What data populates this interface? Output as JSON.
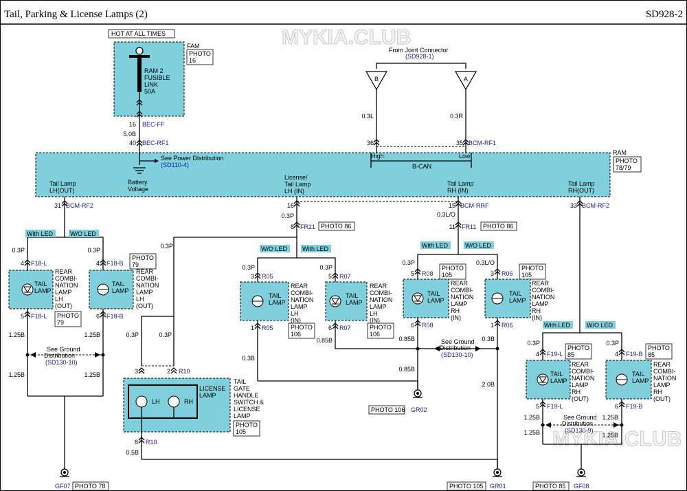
{
  "header": {
    "title": "Tail, Parking & License Lamps (2)",
    "code": "SD928-2"
  },
  "watermark": "MYKIA.CLUB",
  "top": {
    "hot": "HOT AT ALL TIMES",
    "fam": "FAM",
    "fam_photo": [
      "PHOTO",
      "16"
    ],
    "fuse": [
      "RAM 2",
      "FUSIBLE",
      "LINK",
      "50A"
    ],
    "bec_ff": "BEC-FF",
    "bec_ff_pin": "16",
    "wire_5b": "5.0B",
    "bec_rf1": "BEC-RF1",
    "bec_rf1_pin": "40",
    "from_joint": "From Joint Connector",
    "from_joint_ref": "(SD928-1)",
    "conn_b": "B",
    "conn_a": "A",
    "wire_b": "0.3L",
    "wire_a": "0.3R",
    "pin36": "36",
    "pin35": "35",
    "bcm_rf1": "BCM-RF1"
  },
  "ram": {
    "name": "RAM",
    "photo": [
      "PHOTO",
      "78/79"
    ],
    "power_dist": "See Power Distribution",
    "power_ref": "(SD110-4)",
    "batt": [
      "Battery",
      "Voltage"
    ],
    "high": "High",
    "low": "Low",
    "bcan": "B-CAN",
    "out1": [
      "Tail Lamp",
      "LH(OUT)"
    ],
    "out2": [
      "License/",
      "Tail Lamp",
      "LH (IN)"
    ],
    "out3": [
      "Tail Lamp",
      "RH (IN)"
    ],
    "out4": [
      "Tail Lamp",
      "RH(OUT)"
    ]
  },
  "pins": {
    "p31": "31",
    "bcm_rf2a": "BCM-RF2",
    "p16": "16",
    "p15": "15",
    "bcm_rrf": "BCM-RRF",
    "p33": "33",
    "bcm_rf2b": "BCM-RF2",
    "fr21_pin": "8",
    "fr21": "FR21",
    "fr21_photo": "PHOTO 86",
    "fr11_pin": "11",
    "fr11": "FR11",
    "fr11_photo": "PHOTO 86",
    "fr_wire_l": "0.3P",
    "fr_wire_r": "0.3L/O"
  },
  "options": {
    "with_led": "With LED",
    "wo_led": "W/O LED"
  },
  "lamps": {
    "tail": [
      "TAIL",
      "LAMP"
    ],
    "lh_out": [
      "REAR",
      "COMBI-",
      "NATION",
      "LAMP",
      "LH",
      "(OUT)"
    ],
    "lh_in": [
      "REAR",
      "COMBI-",
      "NATION",
      "LAMP",
      "LH",
      "(IN)"
    ],
    "rh_in": [
      "REAR",
      "COMBI-",
      "NATION",
      "LAMP",
      "RH",
      "(IN)"
    ],
    "rh_out": [
      "REAR",
      "COMBI-",
      "NATION",
      "LAMP",
      "RH",
      "(OUT)"
    ],
    "photo79": [
      "PHOTO",
      "79"
    ],
    "photo105": [
      "PHOTO",
      "105"
    ],
    "photo106": [
      "PHOTO",
      "106"
    ],
    "photo85": [
      "PHOTO",
      "85"
    ]
  },
  "connectors": {
    "f18l": "F18-L",
    "f18b": "F18-B",
    "r05": "R05",
    "r07": "R07",
    "r08": "R08",
    "r06": "R06",
    "f19l": "F19-L",
    "f19b": "F19-B",
    "r10": "R10"
  },
  "wires": {
    "w03p": "0.3P",
    "w03l_o": "0.3L/O",
    "w125b": "1.25B",
    "w03b": "0.3B",
    "w085b": "0.85B",
    "w20b": "2.0B",
    "w05b": "0.5B"
  },
  "pin_nums": {
    "n4": "4",
    "n5": "5",
    "n6": "6",
    "n3": "3",
    "n1": "1",
    "n2": "2",
    "n8": "8"
  },
  "ground": {
    "see": "See Ground",
    "dist": "Distribution",
    "ref1": "(SD130-10)",
    "ref2": "(SD130-10)",
    "ref3": "(SD130-9)"
  },
  "license": {
    "lamp": [
      "LICENSE",
      "LAMP"
    ],
    "lh": "LH",
    "rh": "RH",
    "switch": [
      "TAIL",
      "GATE",
      "HANDLE",
      "SWITCH &",
      "LICENSE",
      "LAMP"
    ],
    "photo": [
      "PHOTO",
      "105"
    ]
  },
  "grounds": {
    "gf07": "GF07",
    "gf07_photo": "PHOTO 78",
    "gr02": "GR02",
    "gr02_photo": "PHOTO 106",
    "gr01": "GR01",
    "gr01_photo": "PHOTO 105",
    "gf08": "GF08",
    "gf08_photo": "PHOTO 85"
  }
}
